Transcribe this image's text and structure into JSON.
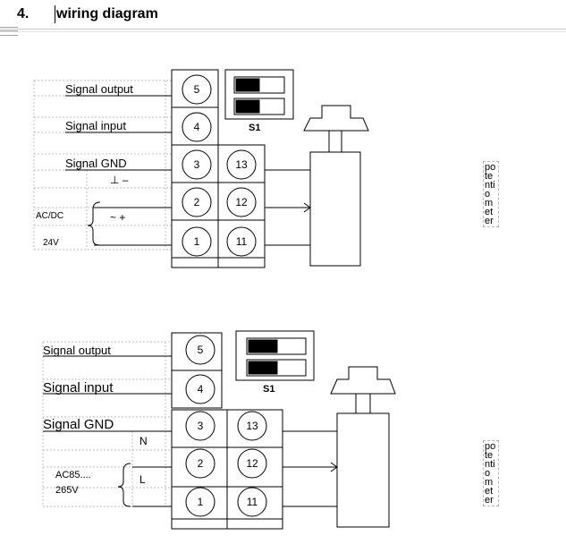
{
  "heading": {
    "number": "4.",
    "title": "wiring diagram"
  },
  "diagram1": {
    "signal_output": "Signal output",
    "signal_input": "Signal input",
    "signal_gnd": "Signal GND",
    "ground_sym": "⊥ –",
    "acdc": "AC/DC",
    "ac_sym": "~ +",
    "voltage": "24V",
    "switch_label": "S1",
    "term_left": [
      "5",
      "4",
      "3",
      "2",
      "1"
    ],
    "term_right": [
      "13",
      "12",
      "11"
    ]
  },
  "diagram2": {
    "signal_output": "Signal output",
    "signal_input": "Signal input",
    "signal_gnd": "Signal GND",
    "neutral": "N",
    "live": "L",
    "ac_line1": "AC85....",
    "ac_line2": "265V",
    "switch_label": "S1",
    "term_left": [
      "5",
      "4",
      "3",
      "2",
      "1"
    ],
    "term_right": [
      "13",
      "12",
      "11"
    ]
  },
  "potentiometer_label": "potentiometer"
}
